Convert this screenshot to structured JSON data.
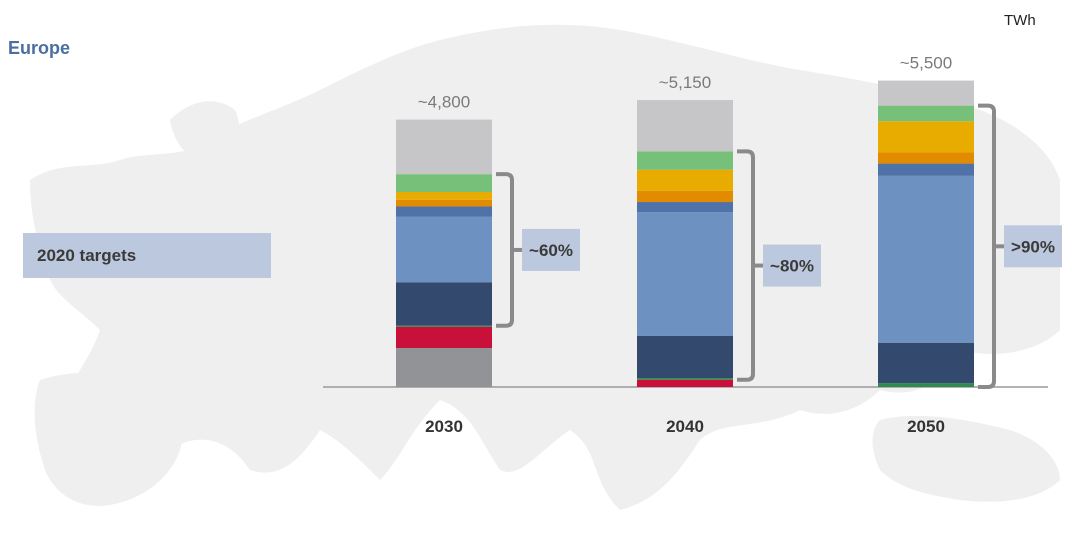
{
  "region_title": "Europe",
  "unit": "TWh",
  "targets_label": "2020  targets",
  "colors": {
    "gray_top": "#c6c6c8",
    "green": "#76c07a",
    "orange_yellow": "#e8ac00",
    "orange": "#e38b00",
    "blue_mid": "#4f72a8",
    "blue_light": "#6d91c0",
    "navy": "#34496e",
    "dark_green": "#2e8b4e",
    "crimson": "#c9103a",
    "gray_bottom": "#919396",
    "share_box": "#bcc8dd",
    "bracket": "#8a8a8a"
  },
  "chart_data": {
    "type": "bar",
    "stacked": true,
    "unit": "TWh",
    "categories": [
      "2030",
      "2040",
      "2050"
    ],
    "totals": [
      "~4,800",
      "~5,150",
      "~5,500"
    ],
    "total_values": [
      4800,
      5150,
      5500
    ],
    "shares": [
      "~60%",
      "~80%",
      ">90%"
    ],
    "ylim": [
      0,
      5600
    ],
    "grid": false,
    "legend": "none",
    "segments": [
      {
        "color": "#919396",
        "values": [
          700,
          0,
          0
        ]
      },
      {
        "color": "#c9103a",
        "values": [
          380,
          130,
          0
        ]
      },
      {
        "color": "#2e8b4e",
        "values": [
          20,
          30,
          70
        ]
      },
      {
        "color": "#34496e",
        "values": [
          780,
          760,
          720
        ]
      },
      {
        "color": "#6d91c0",
        "values": [
          1180,
          2220,
          3000
        ]
      },
      {
        "color": "#4f72a8",
        "values": [
          180,
          180,
          220
        ]
      },
      {
        "color": "#e38b00",
        "values": [
          120,
          200,
          200
        ]
      },
      {
        "color": "#e8ac00",
        "values": [
          140,
          380,
          560
        ]
      },
      {
        "color": "#76c07a",
        "values": [
          320,
          330,
          280
        ]
      },
      {
        "color": "#c6c6c8",
        "values": [
          980,
          920,
          450
        ]
      }
    ],
    "bracket_ranges": [
      [
        3,
        8
      ],
      [
        2,
        8
      ],
      [
        2,
        8
      ]
    ]
  }
}
